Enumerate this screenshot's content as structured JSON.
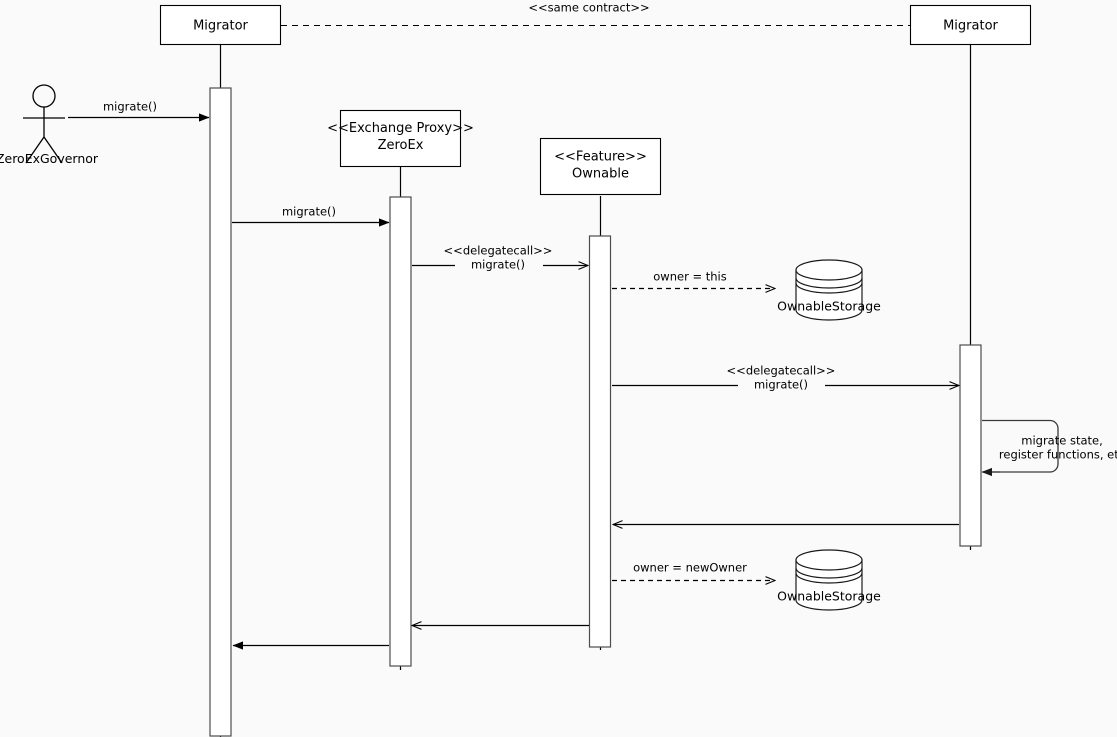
{
  "diagram": {
    "kind": "uml-sequence-diagram",
    "background_color": "#fafafa",
    "line_color": "#000000",
    "box_fill": "#ffffff",
    "activation_stroke": "#4d4d4d"
  },
  "participants": {
    "actor": {
      "name": "ZeroExGovernor",
      "label": "ZeroExGovernor"
    },
    "migrator_left": {
      "name": "migrator-left",
      "label": "Migrator"
    },
    "zeroex": {
      "name": "zeroex-proxy",
      "stereotype": "<<Exchange Proxy>>",
      "label": "ZeroEx"
    },
    "ownable": {
      "name": "ownable-feature",
      "stereotype": "<<Feature>>",
      "label": "Ownable"
    },
    "migrator_right": {
      "name": "migrator-right",
      "label": "Migrator"
    }
  },
  "datastores": [
    {
      "id": "ownable-storage-1",
      "label": "OwnableStorage"
    },
    {
      "id": "ownable-storage-2",
      "label": "OwnableStorage"
    }
  ],
  "connectors": {
    "same_contract": "<<same contract>>"
  },
  "messages": [
    {
      "id": "m1",
      "label": "migrate()",
      "from": "ZeroExGovernor",
      "to": "Migrator",
      "style": "solid",
      "arrow": "filled"
    },
    {
      "id": "m2",
      "label": "migrate()",
      "from": "Migrator",
      "to": "ZeroEx",
      "style": "solid",
      "arrow": "filled"
    },
    {
      "id": "m3",
      "stereotype": "<<delegatecall>>",
      "label": "migrate()",
      "from": "ZeroEx",
      "to": "Ownable",
      "style": "solid",
      "arrow": "open"
    },
    {
      "id": "m4",
      "label": "owner = this",
      "from": "Ownable",
      "to": "OwnableStorage",
      "style": "dashed",
      "arrow": "open"
    },
    {
      "id": "m5",
      "stereotype": "<<delegatecall>>",
      "label": "migrate()",
      "from": "Ownable",
      "to": "Migrator",
      "style": "solid",
      "arrow": "open"
    },
    {
      "id": "m6",
      "label": "migrate state,\nregister functions, etc",
      "line1": "migrate state,",
      "line2": "register functions, etc",
      "from": "Migrator",
      "to": "Migrator",
      "style": "self",
      "arrow": "filled"
    },
    {
      "id": "m7",
      "label": "",
      "from": "Migrator",
      "to": "Ownable",
      "style": "solid",
      "arrow": "open-return"
    },
    {
      "id": "m8",
      "label": "owner = newOwner",
      "from": "Ownable",
      "to": "OwnableStorage",
      "style": "dashed",
      "arrow": "open"
    },
    {
      "id": "m9",
      "label": "",
      "from": "Ownable",
      "to": "ZeroEx",
      "style": "solid",
      "arrow": "open-return"
    },
    {
      "id": "m10",
      "label": "",
      "from": "ZeroEx",
      "to": "Migrator",
      "style": "solid",
      "arrow": "filled"
    }
  ]
}
